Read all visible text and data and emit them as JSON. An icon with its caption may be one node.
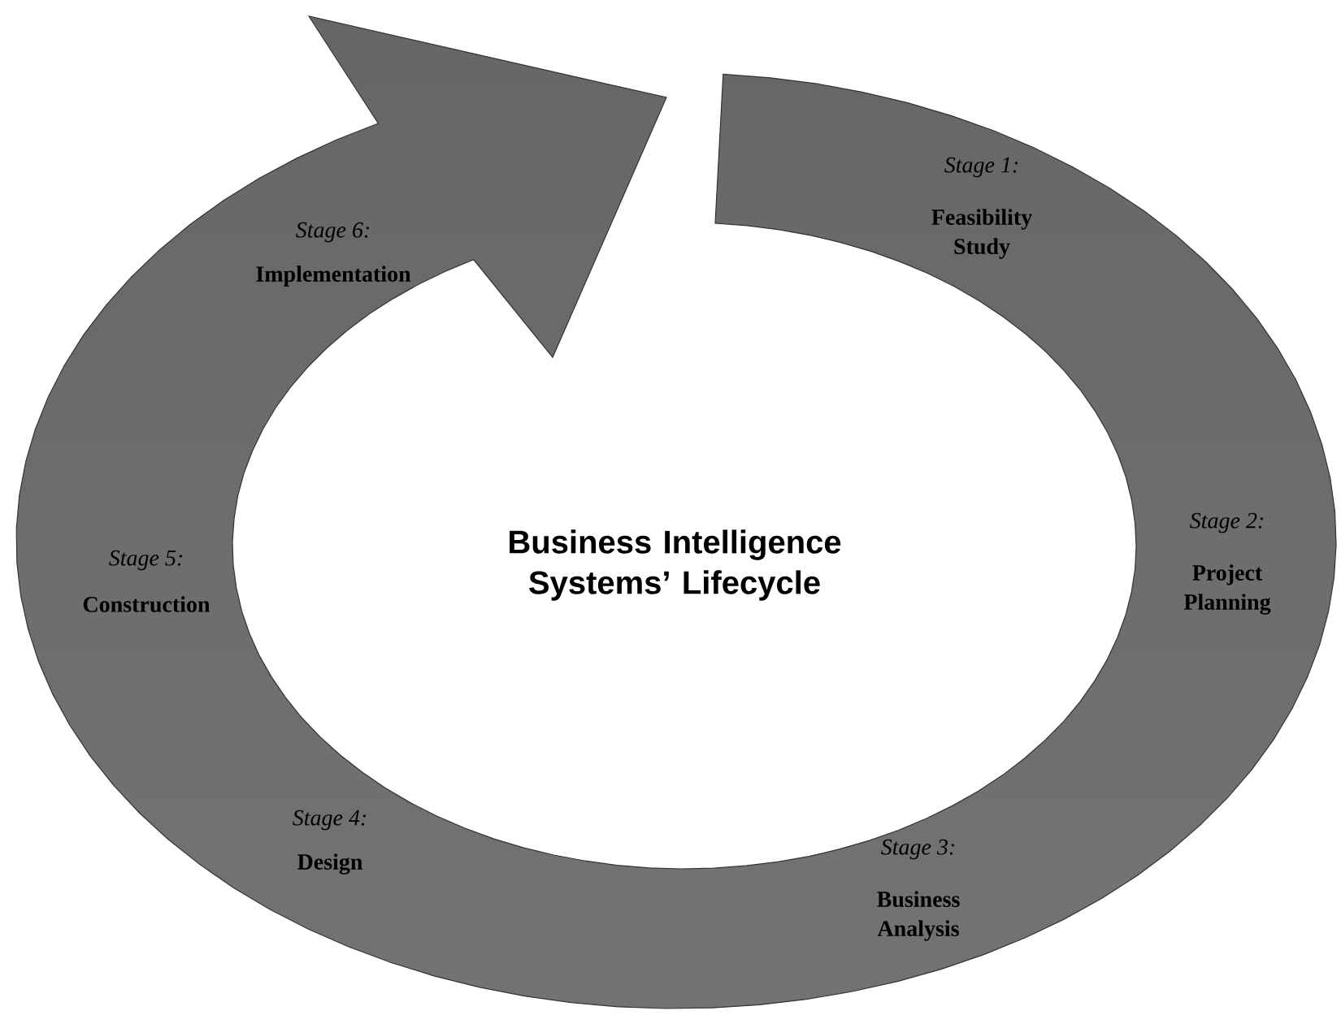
{
  "diagram": {
    "title": "Business Intelligence Systems’ Lifecycle",
    "labels": [
      "Stage 1:",
      "Feasibility Study",
      "Stage 2:",
      "Project Planning",
      "Stage 3:",
      "Business Analysis",
      "Stage 4:",
      "Design",
      "Stage 5:",
      "Construction",
      "Stage 6:",
      "Implementation"
    ]
  }
}
